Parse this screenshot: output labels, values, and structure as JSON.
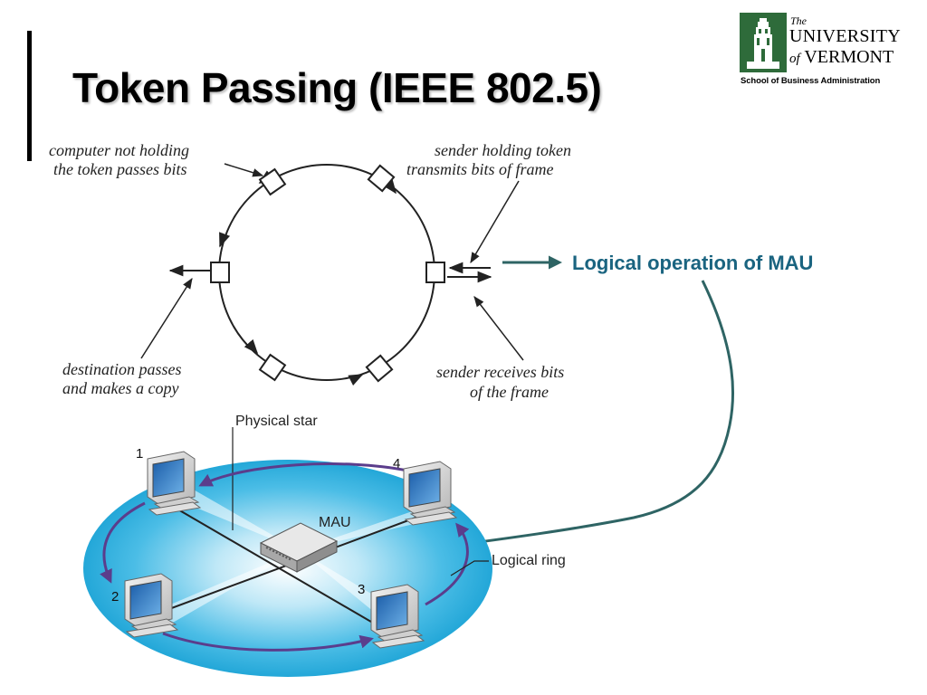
{
  "slide": {
    "title": "Token Passing (IEEE 802.5)"
  },
  "logo": {
    "the": "The",
    "university": "UNIVERSITY",
    "of": "of",
    "vermont": "VERMONT",
    "school": "School of Business Administration",
    "color": "#2e6b3a"
  },
  "ring_diagram": {
    "label_not_holding": [
      "computer not holding",
      "the token passes bits"
    ],
    "label_sender_holding": [
      "sender holding token",
      "transmits bits of frame"
    ],
    "label_destination": [
      "destination passes",
      "and makes a copy"
    ],
    "label_sender_receives": [
      "sender receives bits",
      "of the frame"
    ]
  },
  "callout": {
    "text": "Logical operation of MAU",
    "color": "#1a6480",
    "curve_color": "#2e6464"
  },
  "star_diagram": {
    "physical_star": "Physical star",
    "mau": "MAU",
    "logical_ring": "Logical ring",
    "computers": [
      "1",
      "2",
      "3",
      "4"
    ],
    "ring_color": "#5b3d8c",
    "ellipse_color": "#3cb4e0"
  }
}
